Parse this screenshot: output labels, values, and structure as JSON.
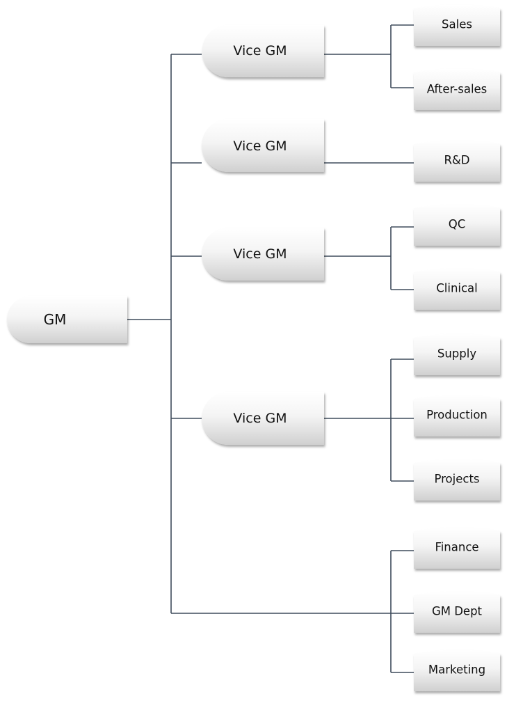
{
  "root": {
    "label": "GM",
    "vice_gms": [
      {
        "label": "Vice GM",
        "departments": [
          {
            "label": "Sales"
          },
          {
            "label": "After-sales"
          }
        ]
      },
      {
        "label": "Vice GM",
        "departments": [
          {
            "label": "R&D"
          }
        ]
      },
      {
        "label": "Vice GM",
        "departments": [
          {
            "label": "QC"
          },
          {
            "label": "Clinical"
          }
        ]
      },
      {
        "label": "Vice GM",
        "departments": [
          {
            "label": "Supply"
          },
          {
            "label": "Production"
          },
          {
            "label": "Projects"
          }
        ]
      }
    ],
    "direct_departments": [
      {
        "label": "Finance"
      },
      {
        "label": "GM Dept"
      },
      {
        "label": "Marketing"
      }
    ]
  },
  "colors": {
    "connector": "#3e4b5b",
    "node_light": "#ffffff",
    "node_dark": "#d2d2d2",
    "text": "#111111"
  }
}
